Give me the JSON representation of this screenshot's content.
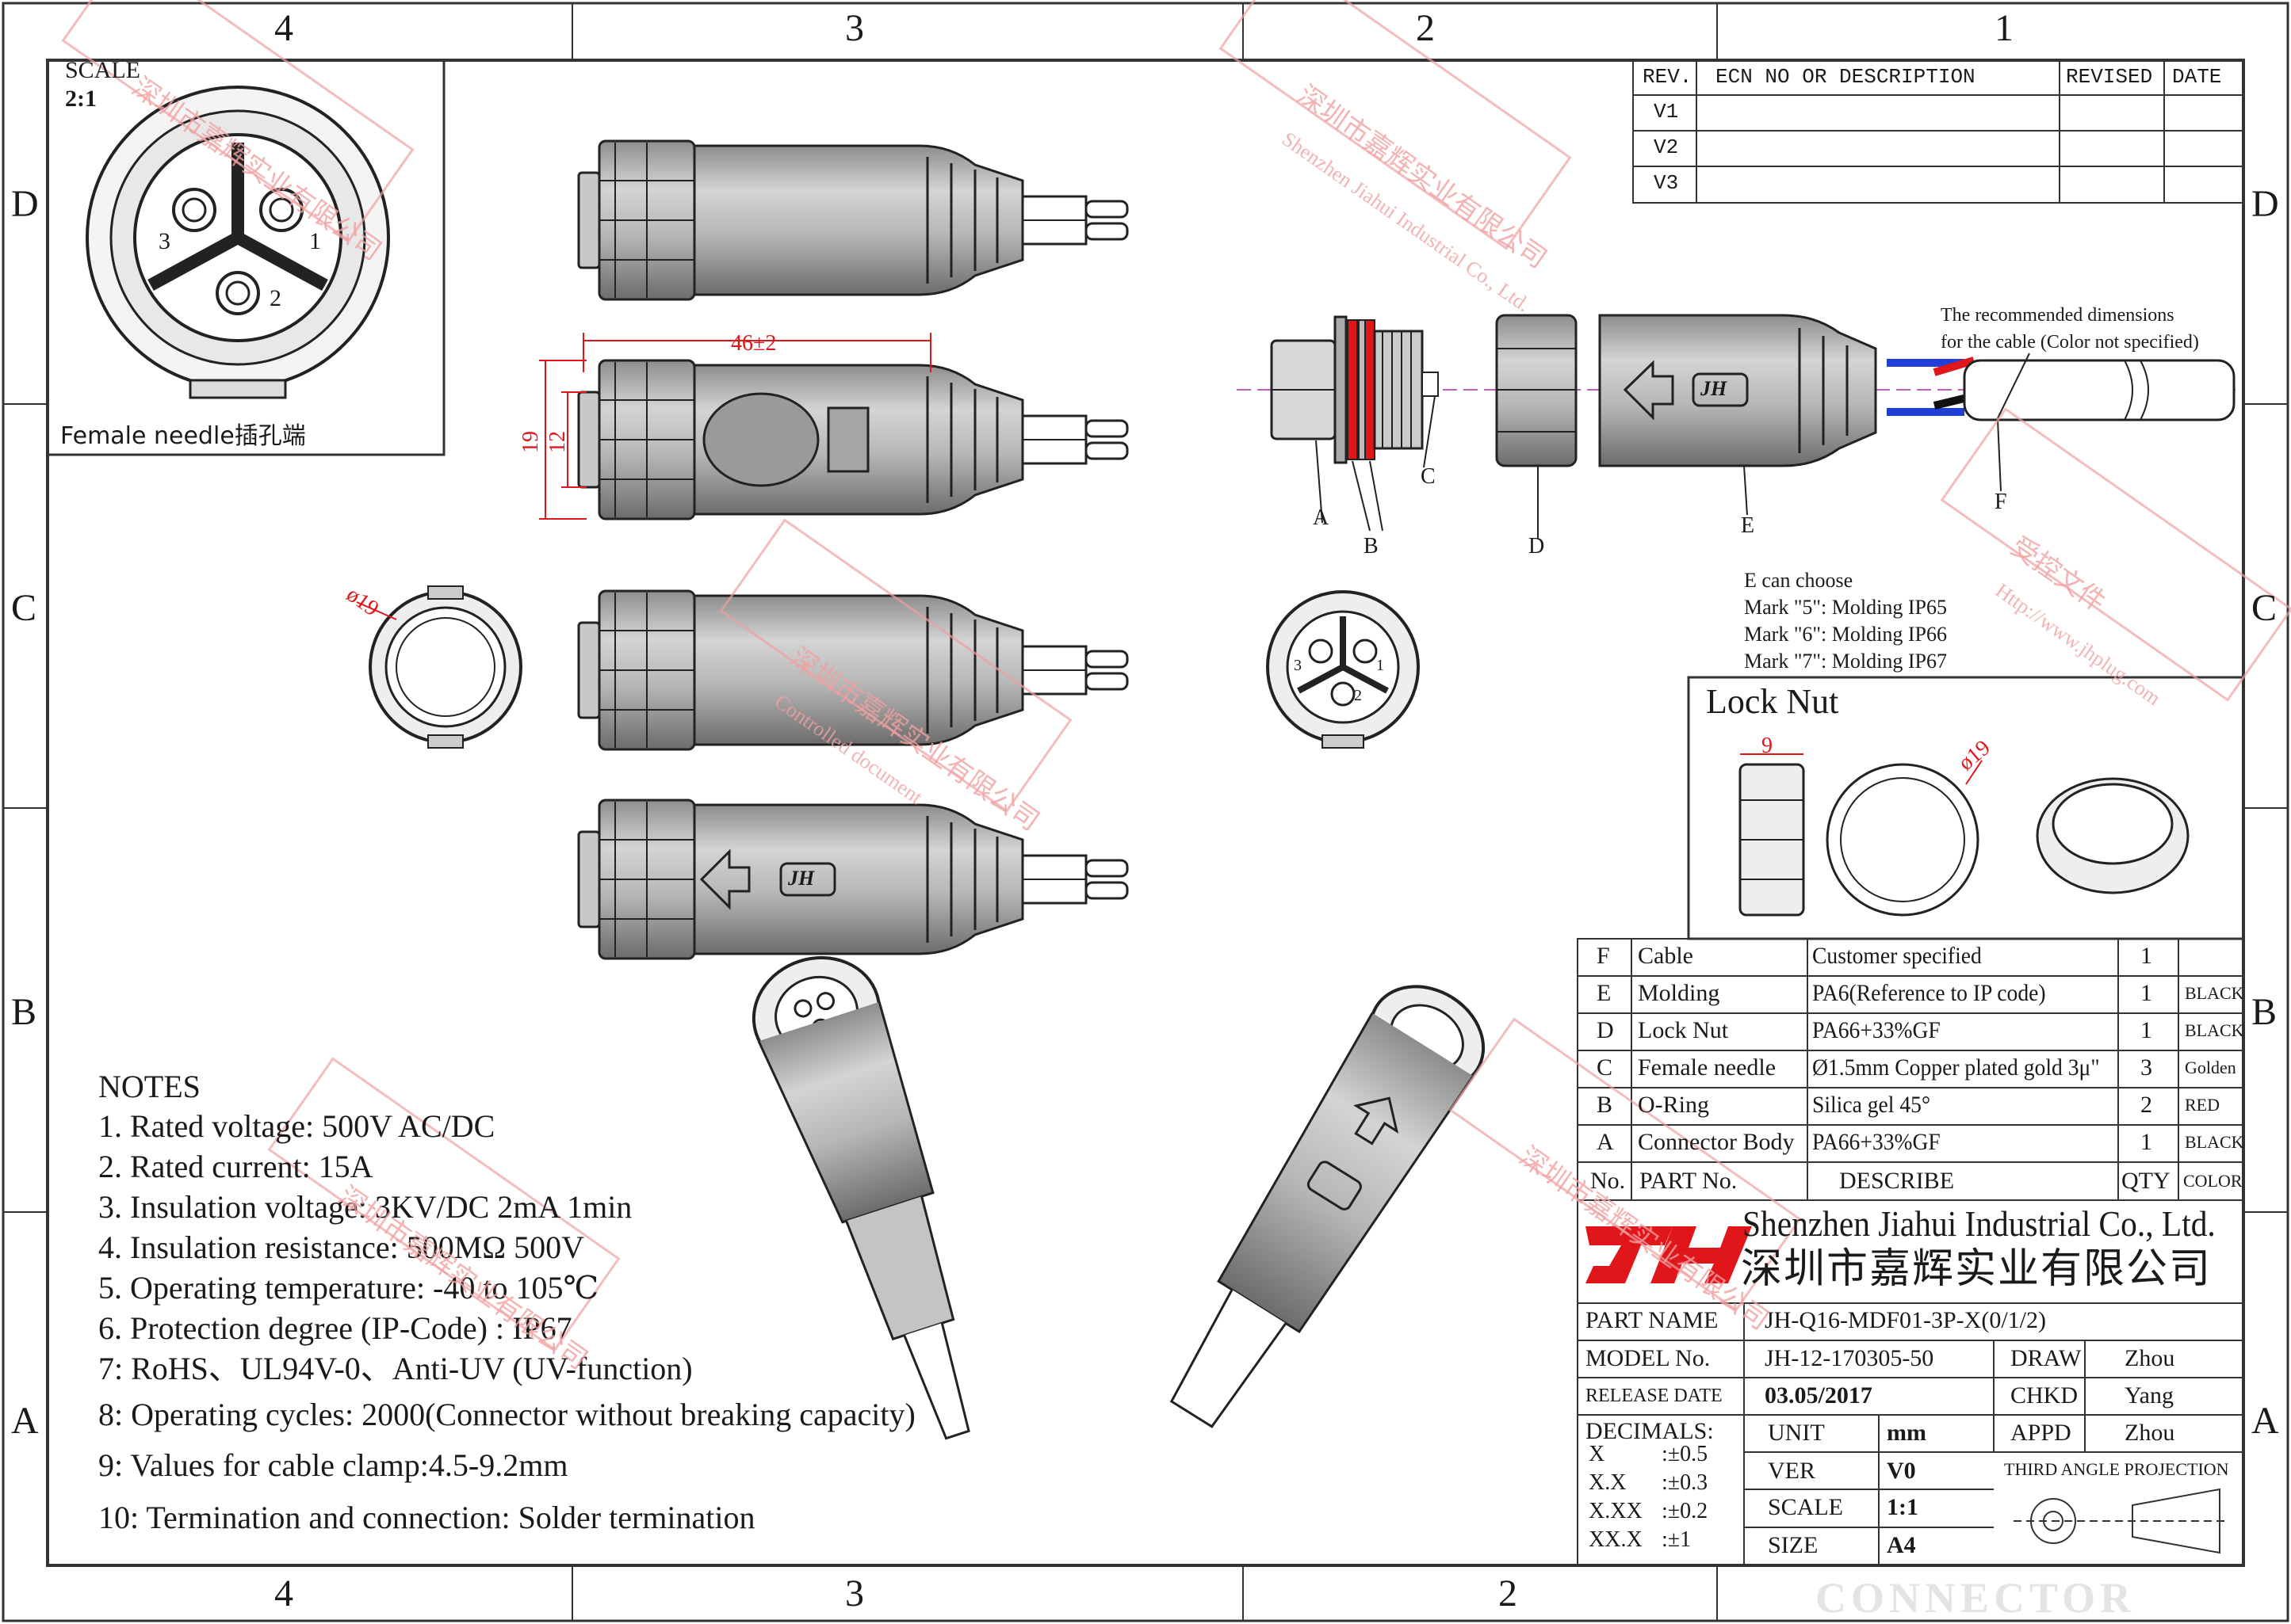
{
  "frame": {
    "cols_top": [
      "4",
      "3",
      "2",
      "1"
    ],
    "cols_bottom": [
      "4",
      "3",
      "2"
    ],
    "rows": [
      "D",
      "C",
      "B",
      "A"
    ]
  },
  "scale_box": {
    "title": "SCALE",
    "value": "2:1",
    "pins": [
      "3",
      "1",
      "2"
    ],
    "caption": "Female needle插孔端"
  },
  "revision_table": {
    "headers": [
      "REV.",
      "ECN NO OR DESCRIPTION",
      "REVISED",
      "DATE"
    ],
    "rows": [
      "V1",
      "V2",
      "V3"
    ]
  },
  "dimensions": {
    "length": "46±2",
    "height_outer": "19",
    "height_inner": "12",
    "diameter": "ø19"
  },
  "front_view_pins": [
    "3",
    "1",
    "2"
  ],
  "callouts": [
    "A",
    "B",
    "C",
    "D",
    "E",
    "F"
  ],
  "logo_mark": "JH",
  "cable_note": [
    "The recommended dimensions",
    "for the cable (Color not specified)"
  ],
  "e_options": [
    "E can choose",
    "Mark \"5\": Molding IP65",
    "Mark \"6\": Molding IP66",
    "Mark \"7\": Molding IP67"
  ],
  "lock_nut": {
    "title": "Lock Nut",
    "width": "9",
    "diameter": "ø19"
  },
  "notes": {
    "title": "NOTES",
    "items": [
      "1. Rated voltage: 500V AC/DC",
      "2. Rated current: 15A",
      "3. Insulation voltage: 3KV/DC 2mA 1min",
      "4. Insulation resistance: 500MΩ 500V",
      "5. Operating temperature: -40 to 105℃",
      "6. Protection degree (IP-Code) : IP67",
      "7: RoHS、UL94V-0、Anti-UV (UV-function)",
      "8: Operating cycles: 2000(Connector without breaking capacity)",
      "9: Values for cable clamp:4.5-9.2mm",
      "10: Termination and connection: Solder termination"
    ]
  },
  "bom": {
    "rows": [
      {
        "no": "F",
        "part": "Cable",
        "desc": "Customer specified",
        "qty": "1",
        "color": ""
      },
      {
        "no": "E",
        "part": "Molding",
        "desc": "PA6(Reference to IP code)",
        "qty": "1",
        "color": "BLACK"
      },
      {
        "no": "D",
        "part": "Lock Nut",
        "desc": "PA66+33%GF",
        "qty": "1",
        "color": "BLACK"
      },
      {
        "no": "C",
        "part": "Female needle",
        "desc": "Ø1.5mm Copper plated gold 3μ\"",
        "qty": "3",
        "color": "Golden"
      },
      {
        "no": "B",
        "part": "O-Ring",
        "desc": "Silica gel 45°",
        "qty": "2",
        "color": "RED"
      },
      {
        "no": "A",
        "part": "Connector Body",
        "desc": "PA66+33%GF",
        "qty": "1",
        "color": "BLACK"
      }
    ],
    "header": {
      "no": "No.",
      "part": "PART No.",
      "desc": "DESCRIBE",
      "qty": "QTY",
      "color": "COLOR"
    }
  },
  "company": {
    "logo": "JH",
    "name_en": "Shenzhen Jiahui Industrial Co., Ltd.",
    "name_cn": "深圳市嘉辉实业有限公司"
  },
  "title_block": {
    "part_name_label": "PART NAME",
    "part_name": "JH-Q16-MDF01-3P-X(0/1/2)",
    "model_label": "MODEL No.",
    "model": "JH-12-170305-50",
    "draw_label": "DRAW",
    "draw": "Zhou",
    "release_label": "RELEASE DATE",
    "release": "03.05/2017",
    "chkd_label": "CHKD",
    "chkd": "Yang",
    "decimals_label": "DECIMALS:",
    "decimals": [
      {
        "k": "X",
        "v": ":±0.5"
      },
      {
        "k": "X.X",
        "v": ":±0.3"
      },
      {
        "k": "X.XX",
        "v": ":±0.2"
      },
      {
        "k": "XX.X",
        "v": ":±1"
      }
    ],
    "unit_label": "UNIT",
    "unit": "mm",
    "appd_label": "APPD",
    "appd": "Zhou",
    "ver_label": "VER",
    "ver": "V0",
    "projection": "THIRD ANGLE PROJECTION",
    "scale_label": "SCALE",
    "scale": "1:1",
    "size_label": "SIZE",
    "size": "A4"
  },
  "watermarks": [
    "深圳市嘉辉实业有限公司",
    "Shenzhen Jiahui Industrial Co., Ltd.",
    "Controlled document",
    "受控文件",
    "Http://www.jhplug.com"
  ],
  "brand_watermark": "CONNECTOR",
  "colors": {
    "red": "#e0161b",
    "blue": "#1f3fd6",
    "ink": "#1a1a1a",
    "watermark": "#f0a0a0",
    "body_fill": "#b9b9b9"
  }
}
